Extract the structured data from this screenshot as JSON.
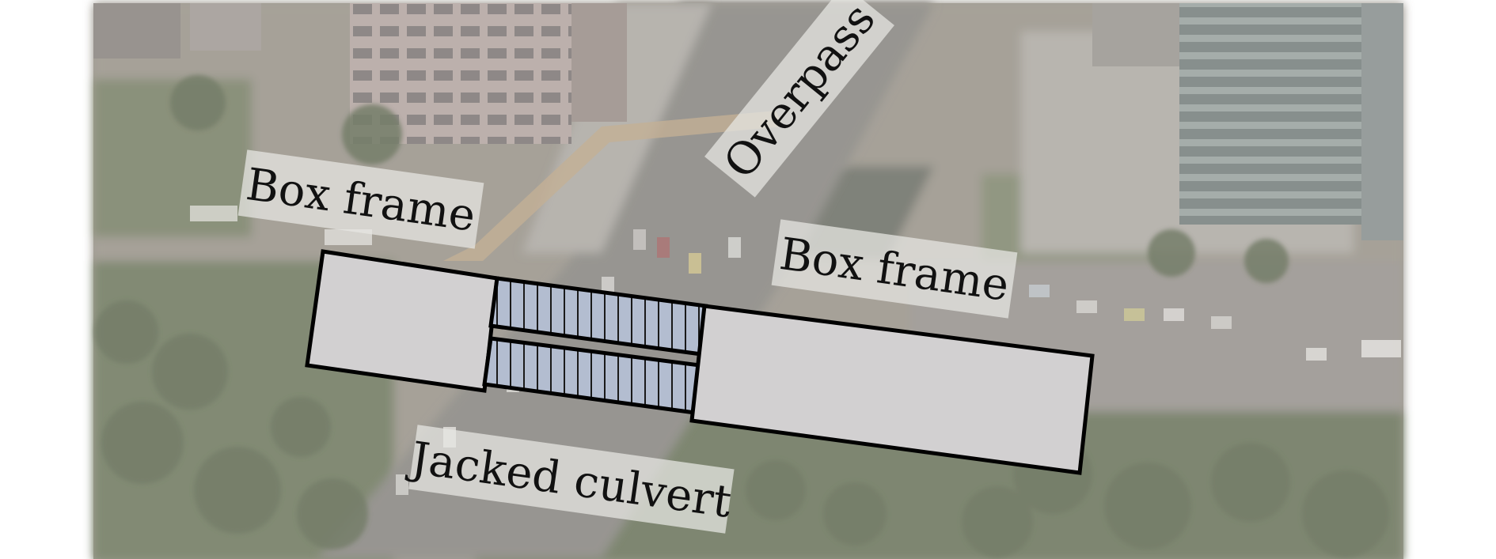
{
  "labels": {
    "overpass": "Overpass",
    "box_frame_left": "Box frame",
    "box_frame_right": "Box frame",
    "jacked_culvert": "Jacked culvert"
  },
  "colors": {
    "box_fill": "#d2d0d1",
    "culvert_fill": "#b3bdd0",
    "outline": "#000000",
    "label_background": "#e6e5e2"
  },
  "background_photo": "aerial view of a city road interchange with an overpass, traffic, trees and buildings (faded)"
}
